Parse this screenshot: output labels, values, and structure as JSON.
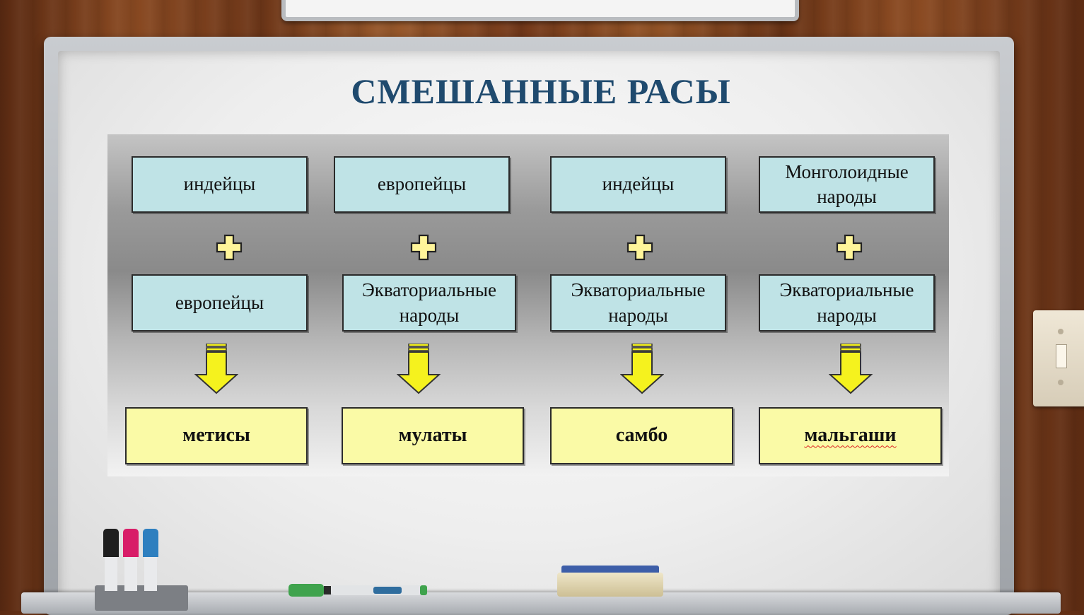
{
  "title": "СМЕШАННЫЕ РАСЫ",
  "colors": {
    "title": "#1f4a6e",
    "parent_box": "#bfe3e6",
    "result_box": "#fafaa6",
    "plus": "#fff59a",
    "arrow": "#f5f21e"
  },
  "icons": {
    "plus": "plus-icon",
    "arrow": "down-arrow-icon"
  },
  "columns": [
    {
      "parent1": "индейцы",
      "parent2": "европейцы",
      "result": "метисы"
    },
    {
      "parent1": "европейцы",
      "parent2": "Экваториальные\nнароды",
      "result": "мулаты"
    },
    {
      "parent1": "индейцы",
      "parent2": "Экваториальные\nнароды",
      "result": "самбо"
    },
    {
      "parent1": "Монголоидные\nнароды",
      "parent2": "Экваториальные\nнароды",
      "result": "мальгаши"
    }
  ]
}
